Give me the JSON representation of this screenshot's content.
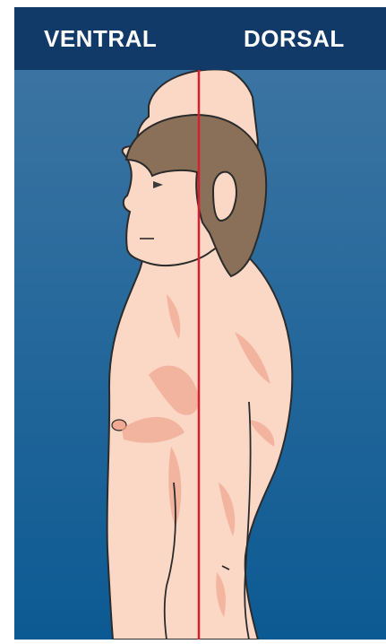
{
  "header": {
    "ventral_label": "VENTRAL",
    "dorsal_label": "DORSAL"
  },
  "colors": {
    "header_bg": "#123a69",
    "gradient_top": "#3b74a2",
    "gradient_bottom": "#0c5a93",
    "midline": "#d7202f",
    "skin": "#fbd7c5",
    "skin_shadow": "#f1a993",
    "hair": "#8a7059",
    "outline": "#2b2b2b"
  },
  "icons": [
    "human-profile-figure",
    "midline-plane"
  ]
}
